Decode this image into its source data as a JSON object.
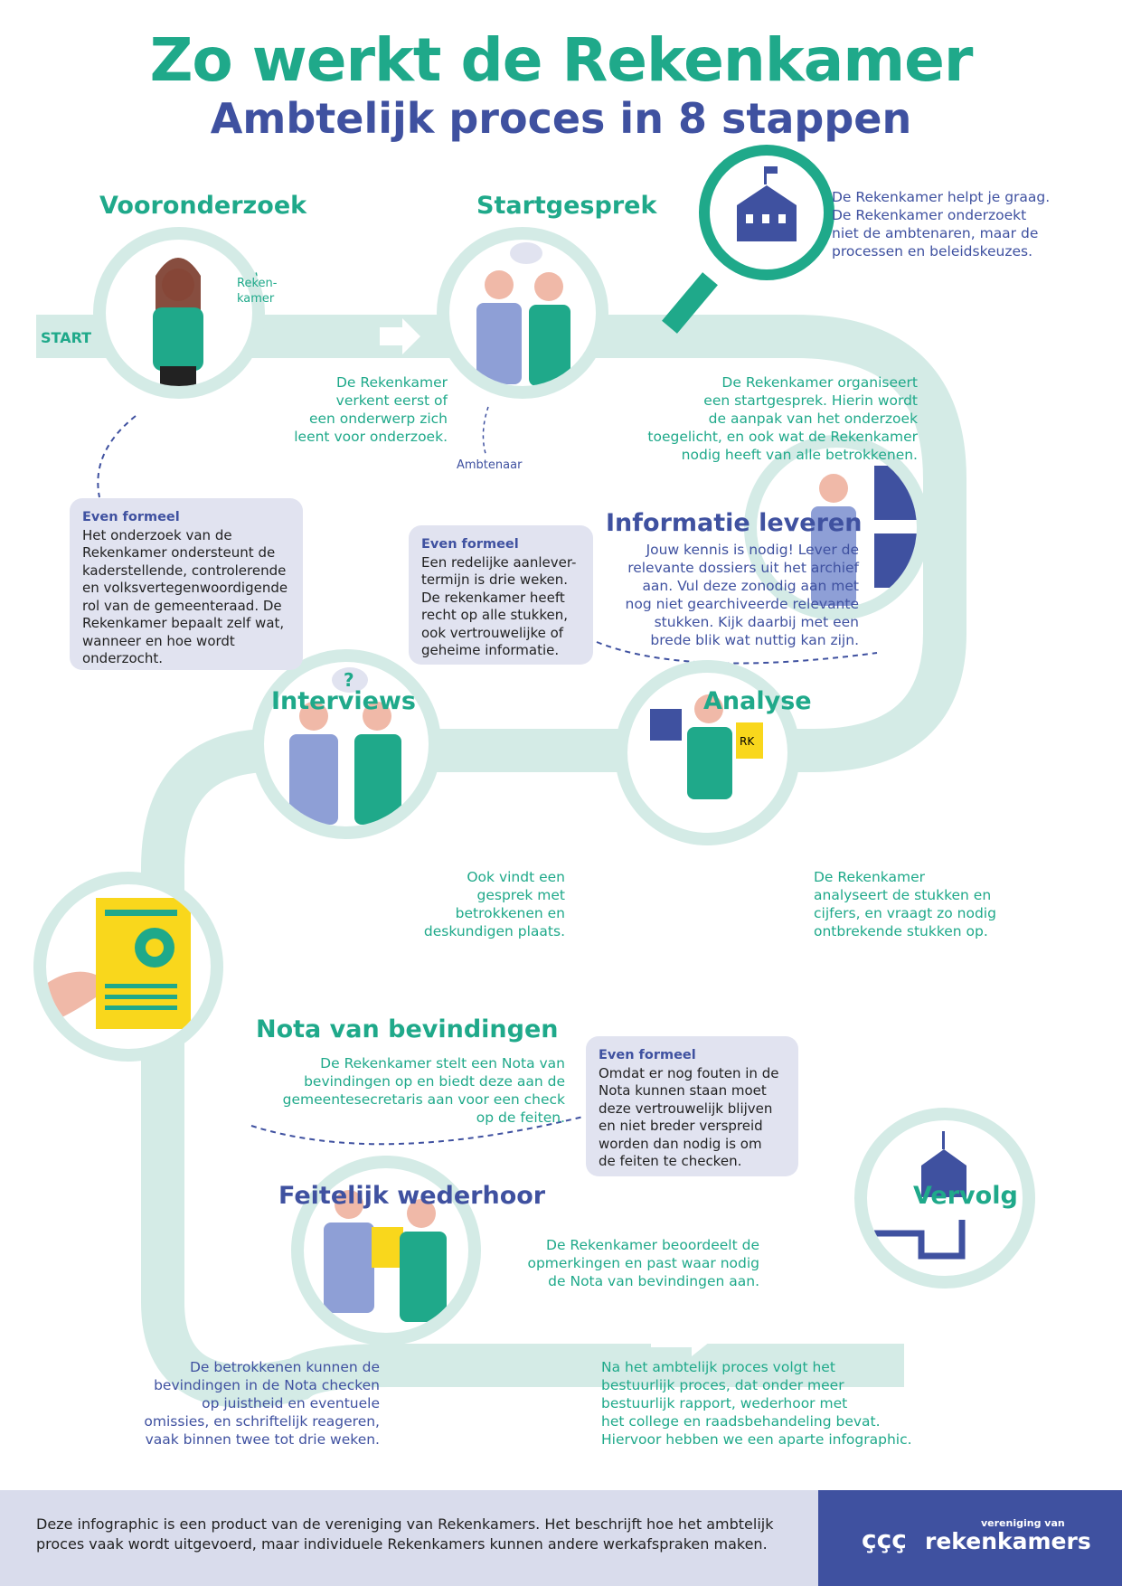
{
  "header": {
    "title": "Zo werkt de Rekenkamer",
    "subtitle": "Ambtelijk proces in 8 stappen"
  },
  "start_label": "START",
  "steps": [
    {
      "title": "Vooronderzoek",
      "text": "De Rekenkamer\nverkent eerst of\neen onderwerp zich\nleent voor onderzoek.",
      "label": "Reken-\nkamer"
    },
    {
      "title": "Startgesprek",
      "text": "De Rekenkamer organiseert\neen startgesprek. Hierin wordt\nde aanpak van het onderzoek\ntoegelicht, en ook wat de Rekenkamer\nnodig heeft van alle betrokkenen.",
      "label": "Ambtenaar"
    },
    {
      "title": "Informatie leveren",
      "text": "Jouw kennis is nodig! Lever de\nrelevante dossiers uit het archief\naan. Vul deze zonodig aan met\nnog niet gearchiveerde relevante\nstukken. Kijk daarbij met een\nbrede blik wat nuttig kan zijn."
    },
    {
      "title": "Analyse",
      "text": "De Rekenkamer\nanalyseert de stukken en\ncijfers, en vraagt zo nodig\nontbrekende stukken op."
    },
    {
      "title": "Interviews",
      "text": "Ook vindt een\ngesprek met\nbetrokkenen en\ndeskundigen plaats."
    },
    {
      "title": "Nota van bevindingen",
      "text": "De Rekenkamer stelt een Nota van\nbevindingen op en biedt deze aan de\ngemeentesecretaris aan voor een check\nop de feiten."
    },
    {
      "title": "Feitelijk wederhoor",
      "text": "De betrokkenen kunnen de\nbevindingen in de Nota checken\nop juistheid en eventuele\nomissies, en schriftelijk reageren,\nvaak binnen twee tot drie weken.",
      "text2": "De Rekenkamer beoordeelt de\nopmerkingen en past waar nodig\nde Nota van bevindingen aan."
    },
    {
      "title": "Vervolg",
      "text": "Na het ambtelijk proces volgt het\nbestuurlijk proces, dat onder meer\nbestuurlijk rapport, wederhoor met\nhet college en raadsbehandeling bevat.\nHiervoor hebben we een aparte infographic."
    }
  ],
  "magnifier_text": "De Rekenkamer helpt je graag.\nDe Rekenkamer onderzoekt\nniet de ambtenaren, maar de\nprocessen en beleidskeuzes.",
  "boxes": [
    {
      "title": "Even formeel",
      "text": "Het onderzoek van de\nRekenkamer ondersteunt de\nkaderstellende, controlerende\nen volksvertegenwoordigende\nrol van de gemeenteraad. De\nRekenkamer bepaalt zelf wat,\nwanneer en hoe wordt\nonderzocht."
    },
    {
      "title": "Even formeel",
      "text": "Een redelijke aanlever-\ntermijn is drie weken.\nDe rekenkamer heeft\nrecht op alle stukken,\nook vertrouwelijke of\ngeheime informatie."
    },
    {
      "title": "Even formeel",
      "text": "Omdat er nog fouten in de\nNota kunnen staan moet\ndeze vertrouwelijk blijven\nen niet breder verspreid\nworden dan nodig is om\nde feiten te checken."
    }
  ],
  "doc_tag": "RK",
  "footer": {
    "text": "Deze infographic is een product van de vereniging van Rekenkamers. Het beschrijft hoe het ambtelijk\nproces vaak wordt uitgevoerd, maar individuele Rekenkamers kunnen andere werkafspraken maken.",
    "logo_small": "vereniging van",
    "logo_big": "rekenkamers"
  },
  "colors": {
    "teal": "#1fa98a",
    "navy": "#3f51a0",
    "track": "#d4ebe6",
    "box": "#e1e3f0"
  }
}
